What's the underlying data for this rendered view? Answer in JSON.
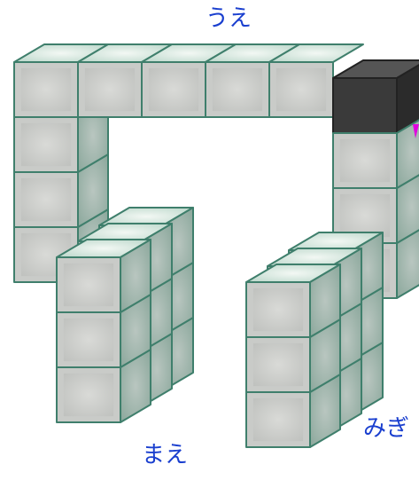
{
  "labels": {
    "top": "うえ",
    "front": "まえ",
    "right": "みぎ"
  },
  "colors": {
    "label_text": "#1a3fcf",
    "marker": "#e000e0",
    "block_face": "#c9cbc8",
    "block_face_inner": "#d8d9d6",
    "block_side": "#7e9e92",
    "block_top": "#e6f0ea",
    "block_edge": "#3f7f6c",
    "highlight_block_front": "#3a3a3a",
    "highlight_block_top": "#555555",
    "highlight_block_side": "#2b2b2b"
  },
  "scene": {
    "description_icon": "block-structure",
    "highlighted_block": "top-right-corner"
  }
}
